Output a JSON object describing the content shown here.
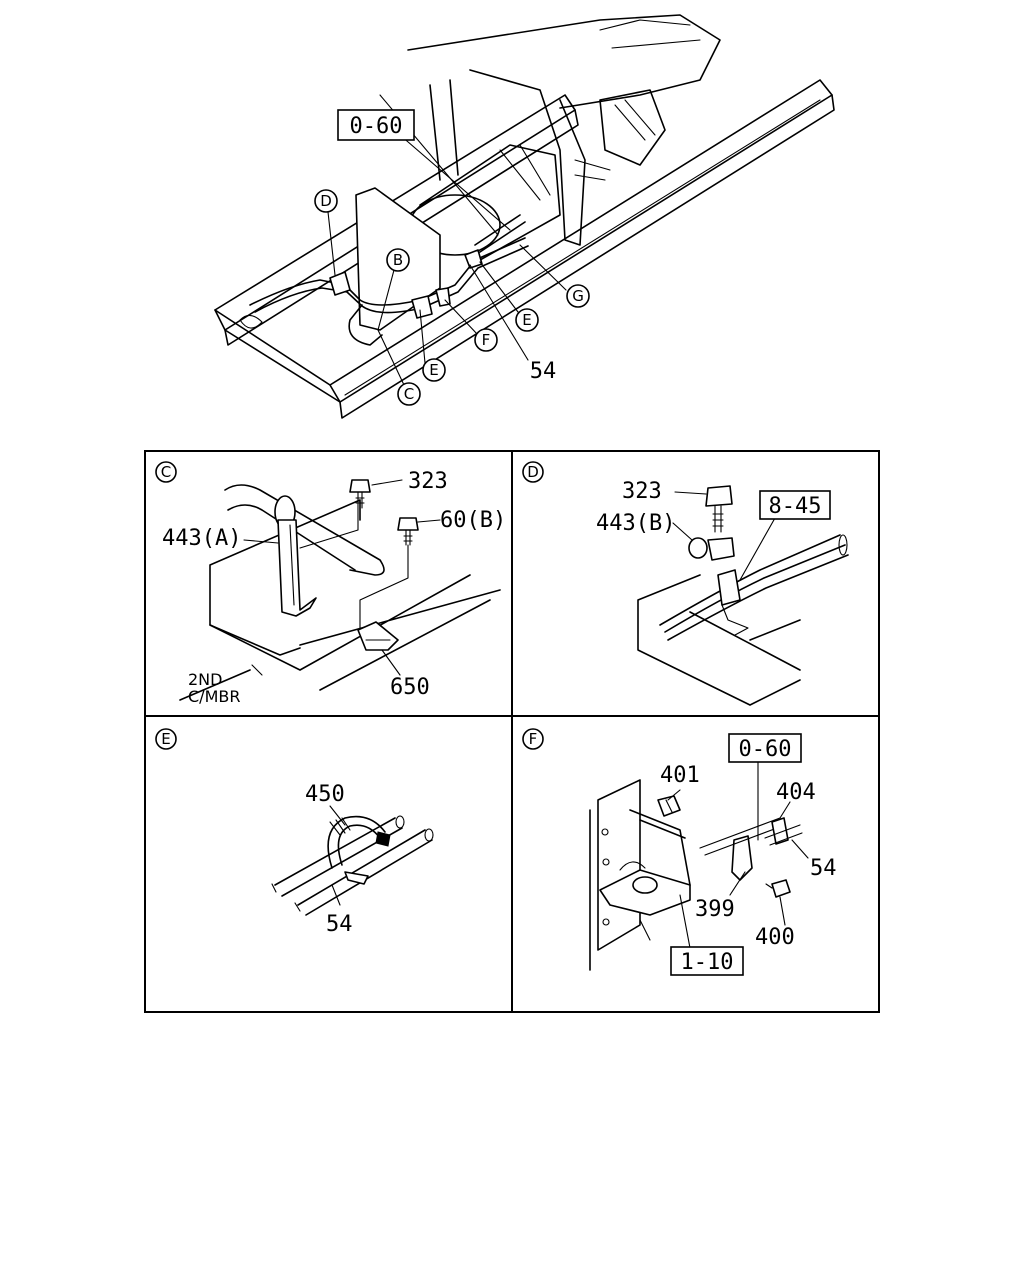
{
  "main_view": {
    "boxed_ref": "0-60",
    "callouts": [
      "D",
      "B",
      "G",
      "E",
      "F",
      "E",
      "C"
    ],
    "part": "54"
  },
  "panels": {
    "c": {
      "title": "C",
      "parts": [
        "323",
        "443(A)",
        "60(B)",
        "650"
      ],
      "note_line1": "2ND",
      "note_line2": "C/MBR"
    },
    "d": {
      "title": "D",
      "parts": [
        "323",
        "443(B)"
      ],
      "boxed_ref": "8-45"
    },
    "e": {
      "title": "E",
      "parts": [
        "450",
        "54"
      ]
    },
    "f": {
      "title": "F",
      "parts": [
        "401",
        "404",
        "54",
        "399",
        "400"
      ],
      "boxed_refs": [
        "0-60",
        "1-10"
      ]
    }
  }
}
